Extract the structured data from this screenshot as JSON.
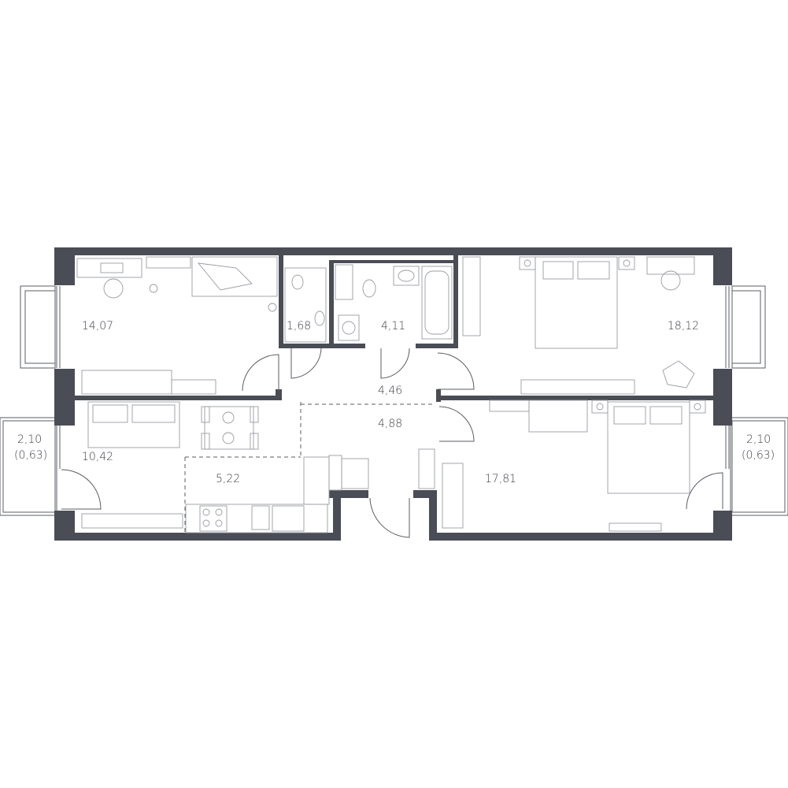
{
  "colors": {
    "wall": "#4a4d55",
    "line": "#5a5d65",
    "furniture": "#9a9ca3",
    "text": "#3a3d45",
    "background": "#ffffff"
  },
  "rooms": {
    "bedroom_top_left": "14,07",
    "wc": "1,68",
    "bathroom": "4,11",
    "bedroom_top_right": "18,12",
    "hall_upper": "4,46",
    "hall_lower": "4,88",
    "living_room": "10,42",
    "kitchen": "5,22",
    "bedroom_bottom_right": "17,81"
  },
  "balconies": {
    "left": {
      "area": "2,10",
      "net": "(0,63)"
    },
    "right": {
      "area": "2,10",
      "net": "(0,63)"
    }
  }
}
